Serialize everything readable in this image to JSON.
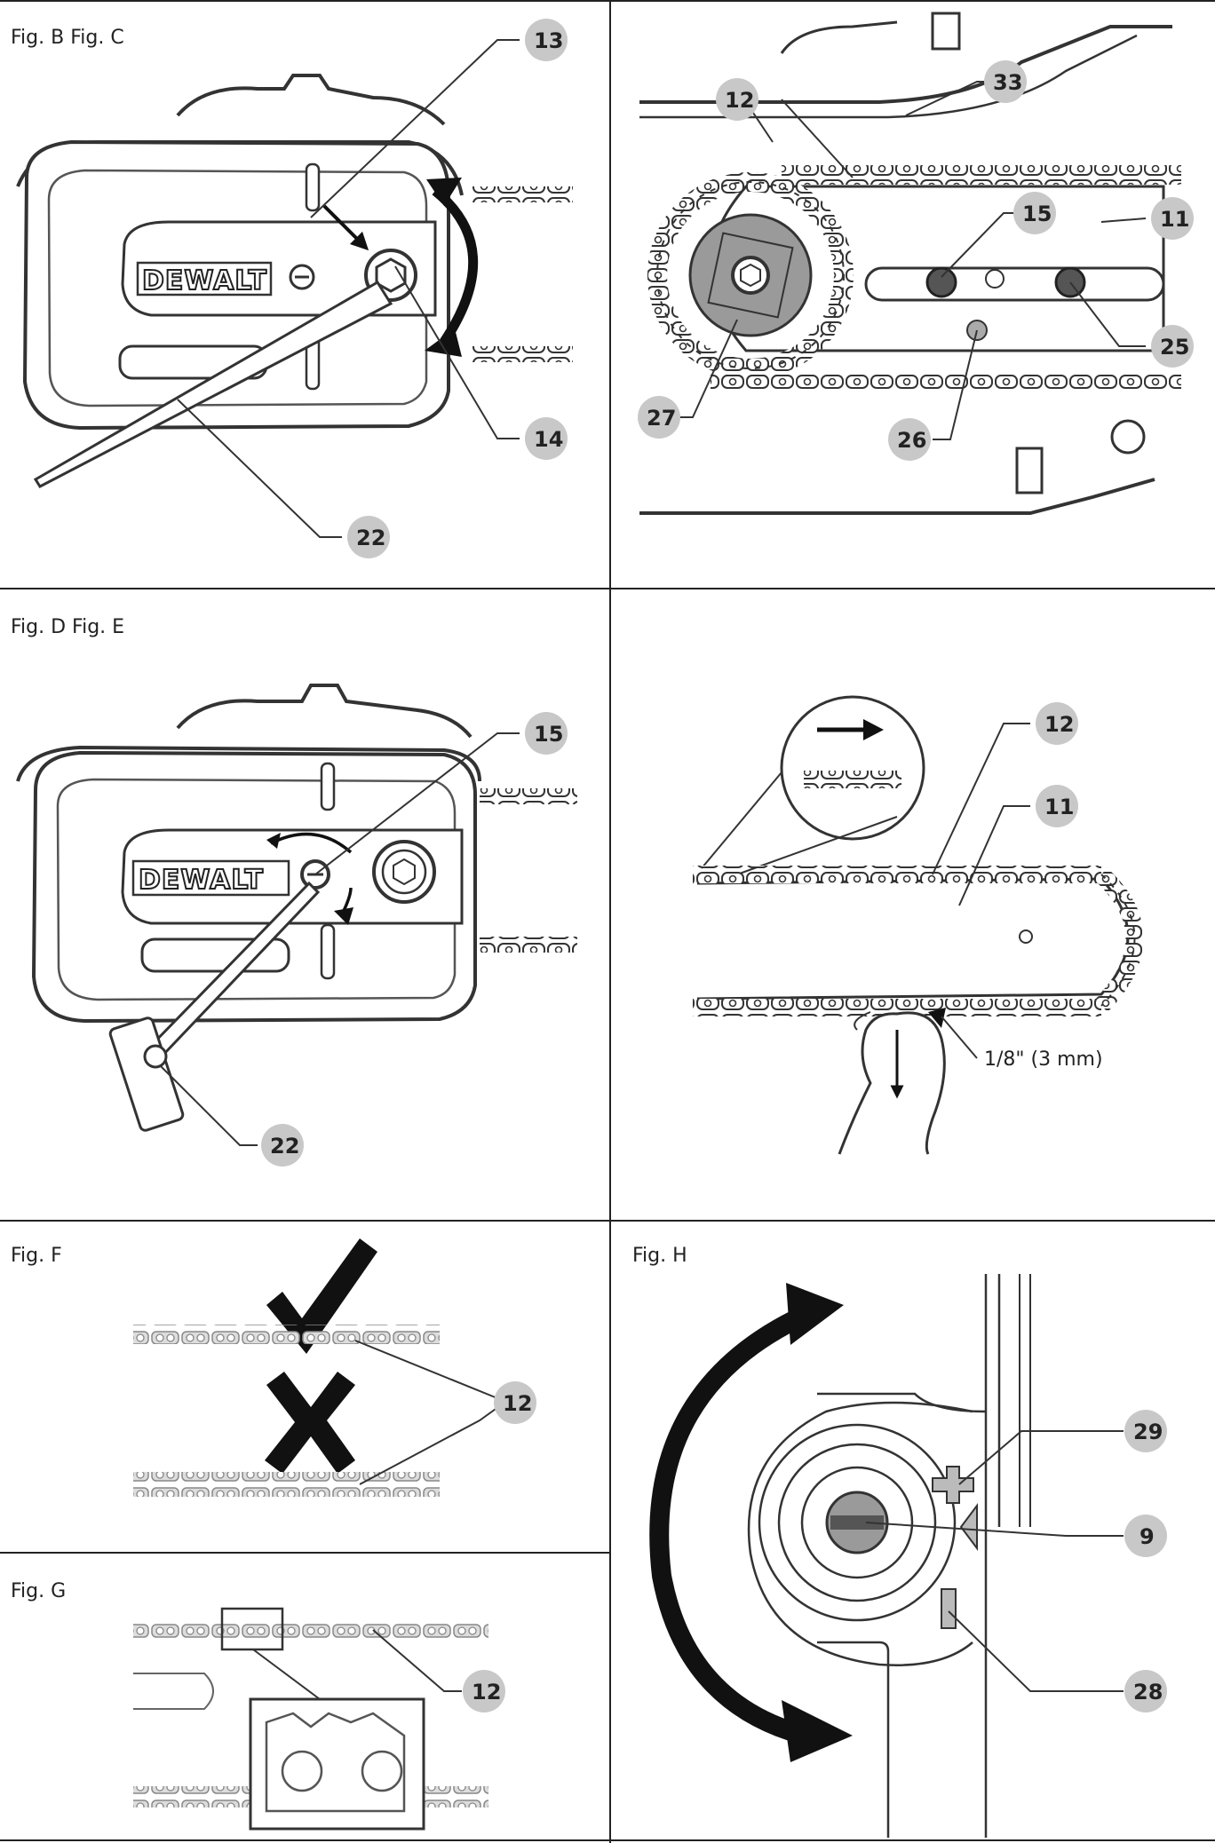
{
  "figure_labels": {
    "top_left": "Fig. B Fig. C",
    "middle_left": "Fig. D Fig. E",
    "fig_f": "Fig. F",
    "fig_g": "Fig. G",
    "fig_h": "Fig. H"
  },
  "brand_logo": "DEWALT",
  "callouts": {
    "bc": [
      "13",
      "14",
      "22"
    ],
    "right_top": [
      "12",
      "33",
      "15",
      "11",
      "25",
      "27",
      "26"
    ],
    "de": [
      "15",
      "22"
    ],
    "e": [
      "12",
      "11"
    ],
    "f": [
      "12"
    ],
    "g": [
      "12"
    ],
    "h": [
      "29",
      "9",
      "28"
    ]
  },
  "dimension_label": "1/8\" (3 mm)"
}
